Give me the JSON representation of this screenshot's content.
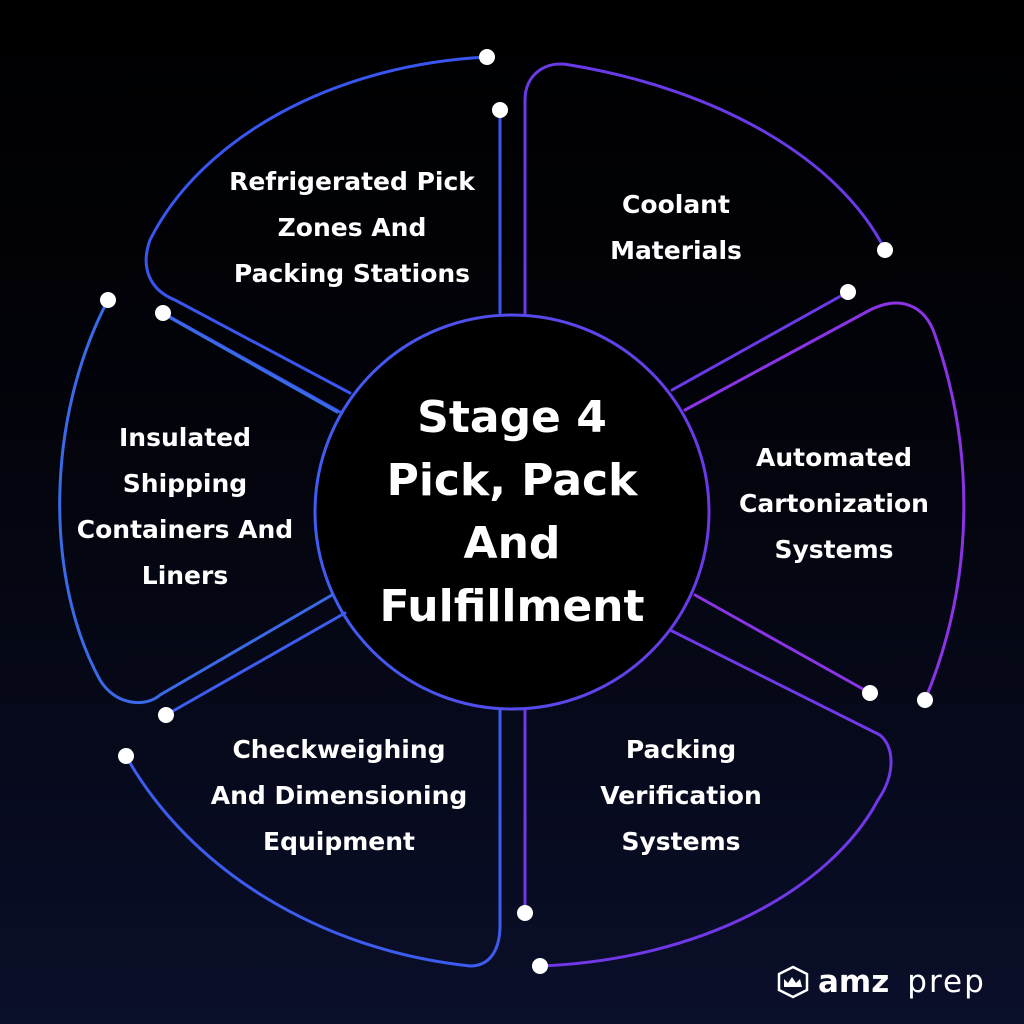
{
  "center": {
    "lines": [
      "Stage 4",
      "Pick, Pack",
      "And",
      "Fulfillment"
    ]
  },
  "segments": [
    {
      "id": "refrigerated",
      "lines": [
        "Refrigerated Pick",
        "Zones And",
        "Packing Stations"
      ],
      "color": "#3a56f0"
    },
    {
      "id": "coolant",
      "lines": [
        "Coolant",
        "Materials"
      ],
      "color": "#7b3ae8"
    },
    {
      "id": "cartonization",
      "lines": [
        "Automated",
        "Cartonization",
        "Systems"
      ],
      "color": "#8a34e6"
    },
    {
      "id": "verification",
      "lines": [
        "Packing",
        "Verification",
        "Systems"
      ],
      "color": "#7038e6"
    },
    {
      "id": "checkweighing",
      "lines": [
        "Checkweighing",
        "And Dimensioning",
        "Equipment"
      ],
      "color": "#3d5cf0"
    },
    {
      "id": "insulated",
      "lines": [
        "Insulated",
        "Shipping",
        "Containers And",
        "Liners"
      ],
      "color": "#3a6ae8"
    }
  ],
  "brand": {
    "name_bold": "amz",
    "name_light": "prep",
    "icon": "amz-prep-logo-icon"
  }
}
